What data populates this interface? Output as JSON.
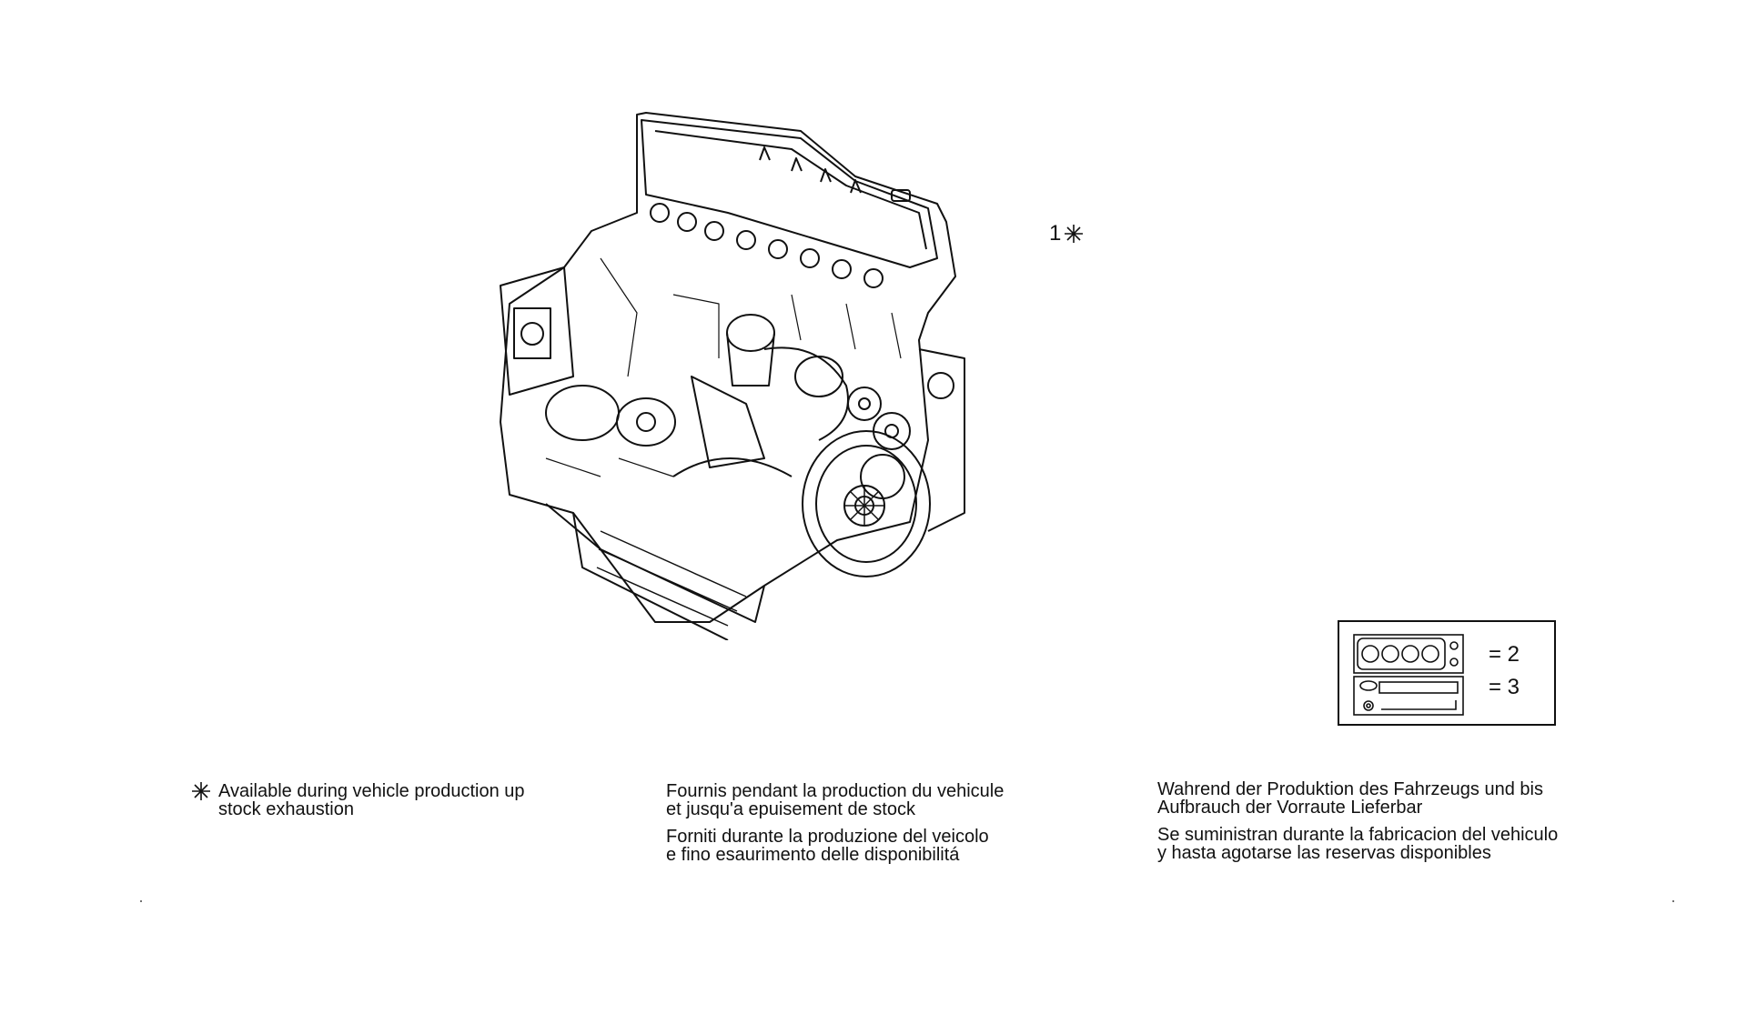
{
  "figure": {
    "icon": "engine-assembly-drawing"
  },
  "callout": {
    "number": "1",
    "symbol": "asterisk-star-icon"
  },
  "gasket_kit": {
    "icon": "gasket-set-icon",
    "qty_top": "= 2",
    "qty_bottom": "= 3"
  },
  "notes": {
    "en": [
      "Available during vehicle production up",
      "stock exhaustion"
    ],
    "fr": [
      "Fournis pendant la production du vehicule",
      "et jusqu'a epuisement de stock"
    ],
    "it": [
      "Forniti durante la produzione del veicolo",
      "e fino esaurimento delle disponibilitá"
    ],
    "de": [
      "Wahrend der Produktion des Fahrzeugs und bis",
      "Aufbrauch der Vorraute Lieferbar"
    ],
    "es": [
      "Se suministran durante la fabricacion del vehiculo",
      "y hasta agotarse las reservas disponibles"
    ]
  }
}
